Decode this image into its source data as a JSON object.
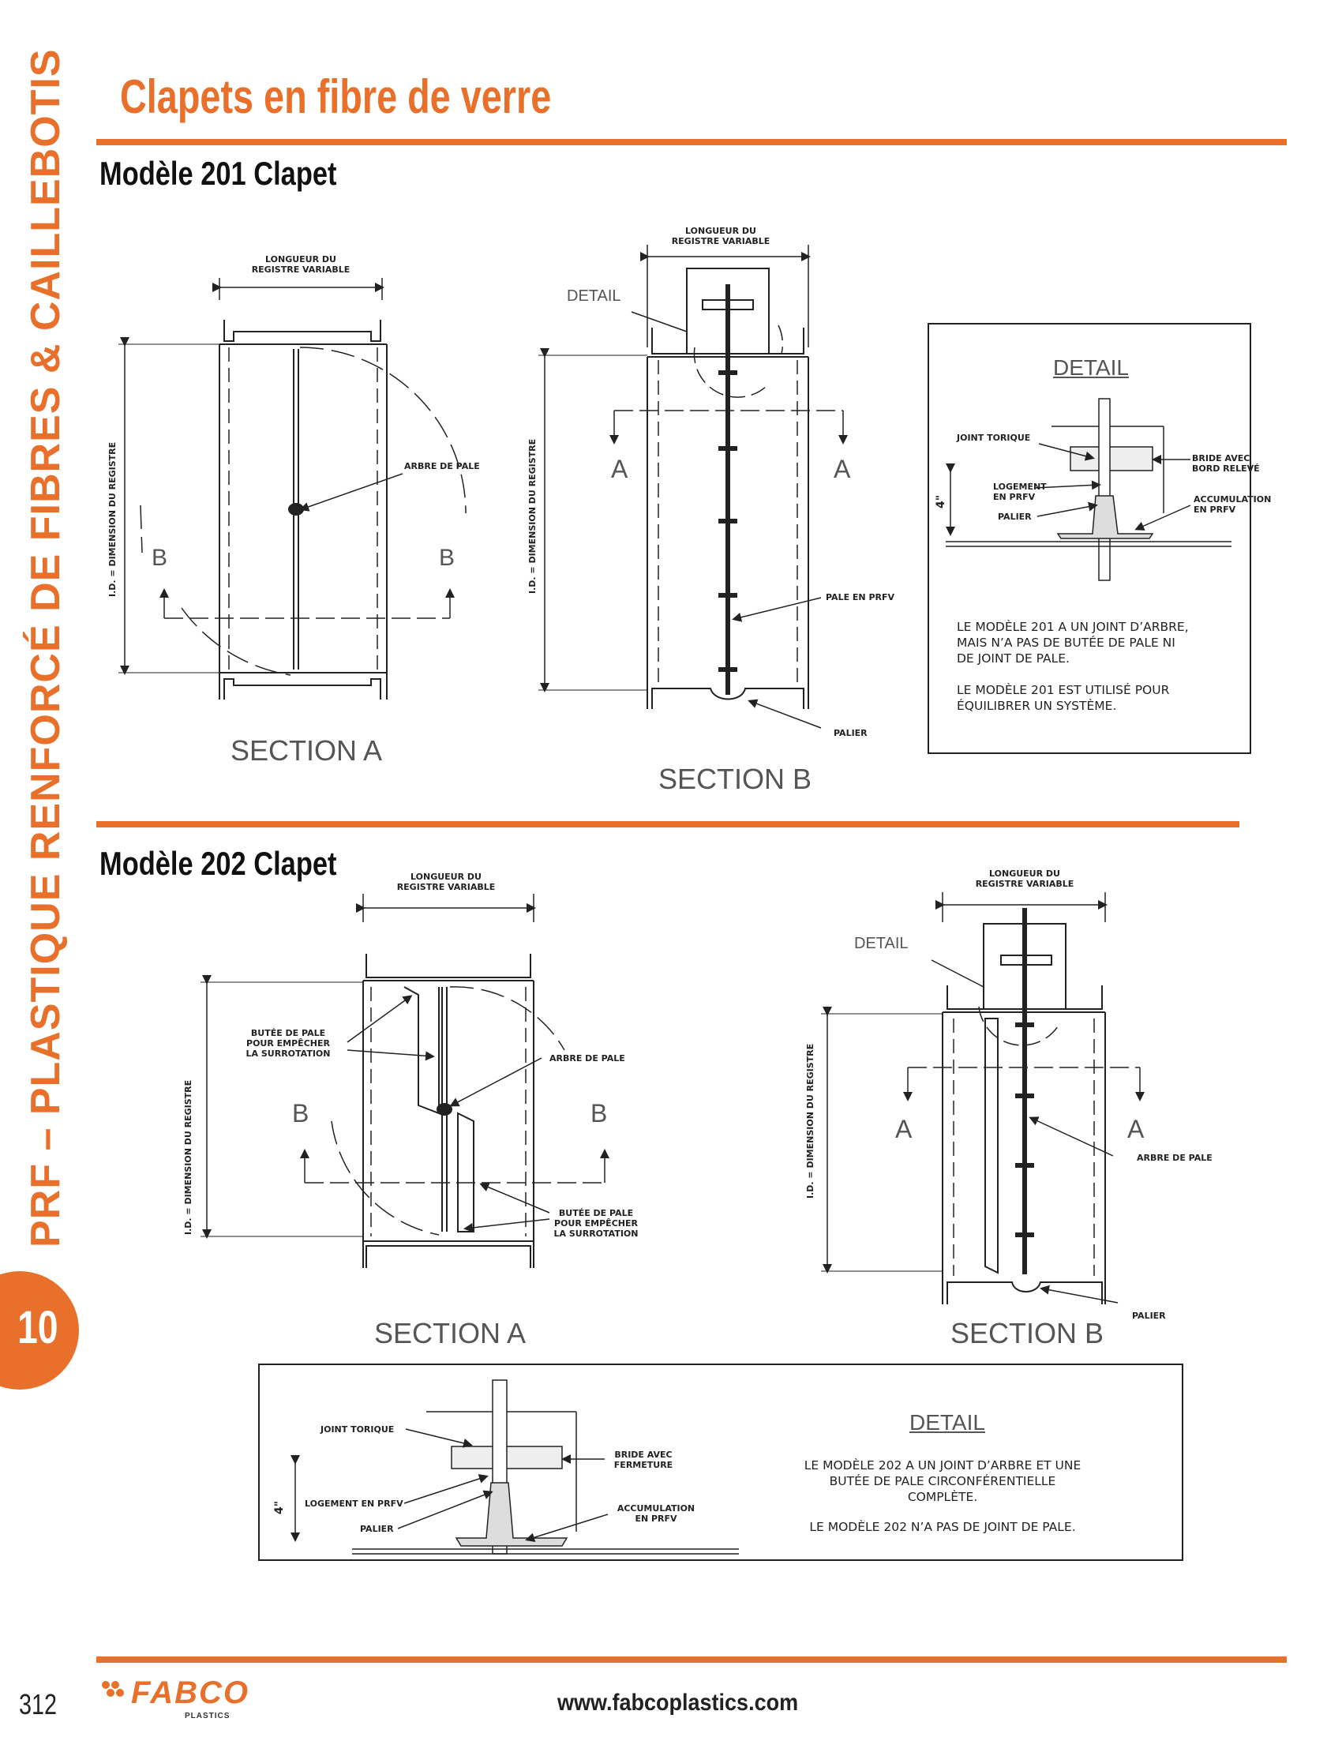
{
  "header": {
    "title": "Clapets en fibre de verre"
  },
  "side_tab": {
    "section_number": "10",
    "vertical_title": "PRF – PLASTIQUE RENFORCÉ DE FIBRES & CAILLEBOTIS"
  },
  "model_201": {
    "heading": "Modèle 201 Clapet",
    "section_a": {
      "label": "SECTION A",
      "length_label": "LONGUEUR DU\nREGISTRE VARIABLE",
      "id_label": "I.D. = DIMENSION DU REGISTRE",
      "shaft_label": "ARBRE DE PALE",
      "cut_marks": [
        "B",
        "B"
      ]
    },
    "section_b": {
      "label": "SECTION B",
      "length_label": "LONGUEUR DU\nREGISTRE VARIABLE",
      "id_label": "I.D. = DIMENSION DU REGISTRE",
      "detail_callout": "DETAIL",
      "blade_label": "PALE EN PRFV",
      "bearing_label": "PALIER",
      "cut_marks": [
        "A",
        "A"
      ]
    },
    "detail": {
      "title": "DETAIL",
      "dimension": "4\"",
      "labels": {
        "oring": "JOINT TORIQUE",
        "housing": "LOGEMENT\nEN PRFV",
        "bearing": "PALIER",
        "flange": "BRIDE AVEC\nBORD RELEVÉ",
        "buildup": "ACCUMULATION\nEN PRFV"
      },
      "note_1": "LE MODÈLE 201 A UN JOINT D’ARBRE,\nMAIS N’A PAS DE BUTÉE DE PALE NI\nDE JOINT DE PALE.",
      "note_2": "LE MODÈLE 201 EST UTILISÉ POUR\nÉQUILIBRER UN SYSTÈME."
    }
  },
  "model_202": {
    "heading": "Modèle 202 Clapet",
    "section_a": {
      "label": "SECTION A",
      "length_label": "LONGUEUR DU\nREGISTRE VARIABLE",
      "id_label": "I.D. = DIMENSION DU REGISTRE",
      "shaft_label": "ARBRE DE PALE",
      "stop_label_top": "BUTÉE DE PALE\nPOUR EMPÊCHER\nLA SURROTATION",
      "stop_label_bottom": "BUTÉE DE PALE\nPOUR EMPÊCHER\nLA SURROTATION",
      "cut_marks": [
        "B",
        "B"
      ]
    },
    "section_b": {
      "label": "SECTION B",
      "length_label": "LONGUEUR DU\nREGISTRE VARIABLE",
      "id_label": "I.D. = DIMENSION DU REGISTRE",
      "detail_callout": "DETAIL",
      "shaft_label": "ARBRE DE PALE",
      "bearing_label": "PALIER",
      "cut_marks": [
        "A",
        "A"
      ]
    },
    "detail": {
      "title": "DETAIL",
      "dimension": "4\"",
      "labels": {
        "oring": "JOINT TORIQUE",
        "housing": "LOGEMENT EN PRFV",
        "bearing": "PALIER",
        "flange": "BRIDE AVEC\nFERMETURE",
        "buildup": "ACCUMULATION\nEN PRFV"
      },
      "note_1": "LE MODÈLE 202 A UN JOINT D’ARBRE ET UNE\nBUTÉE DE PALE CIRCONFÉRENTIELLE\nCOMPLÈTE.",
      "note_2": "LE MODÈLE 202 N’A PAS DE JOINT DE PALE."
    }
  },
  "footer": {
    "page_number": "312",
    "logo_text": "FABCO",
    "logo_sub": "PLASTICS",
    "url": "www.fabcoplastics.com"
  },
  "colors": {
    "accent": "#e8702a",
    "ink": "#222222"
  }
}
